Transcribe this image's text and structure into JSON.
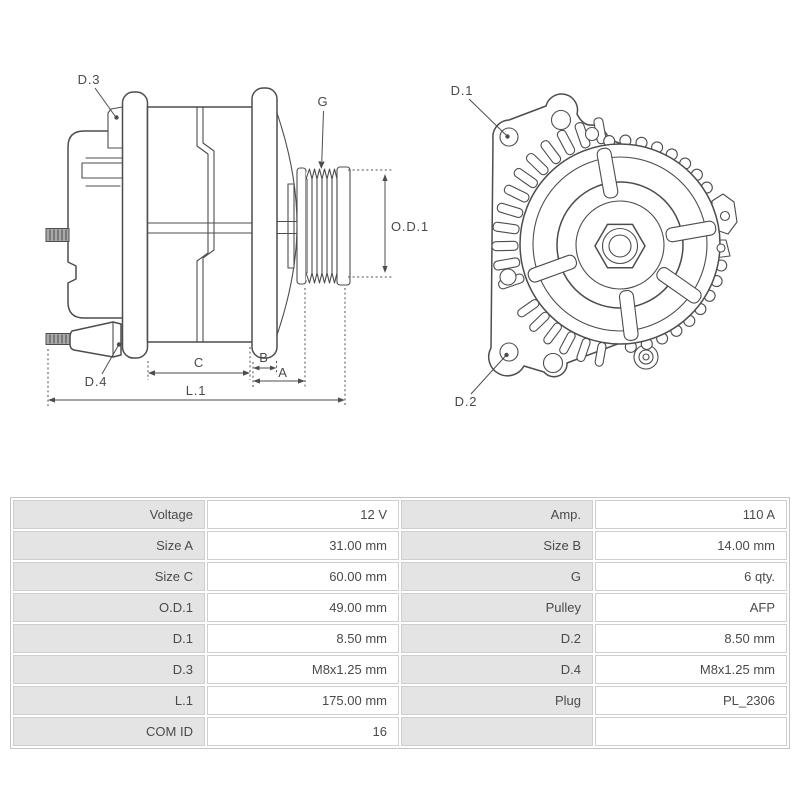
{
  "diagram": {
    "line_color": "#4d4d4d",
    "side_view": {
      "labels": {
        "d3": "D.3",
        "d4": "D.4",
        "g": "G",
        "od1": "O.D.1",
        "c": "C",
        "b": "B",
        "a": "A",
        "l1": "L.1"
      }
    },
    "front_view": {
      "labels": {
        "d1": "D.1",
        "d2": "D.2"
      }
    }
  },
  "spec_table": {
    "colors": {
      "label_bg": "#e4e4e4",
      "value_bg": "#ffffff",
      "border": "#cfcfcf",
      "text": "#4a4a4a"
    },
    "rows": [
      {
        "label1": "Voltage",
        "value1": "12 V",
        "label2": "Amp.",
        "value2": "110 A"
      },
      {
        "label1": "Size A",
        "value1": "31.00 mm",
        "label2": "Size B",
        "value2": "14.00 mm"
      },
      {
        "label1": "Size C",
        "value1": "60.00 mm",
        "label2": "G",
        "value2": "6 qty."
      },
      {
        "label1": "O.D.1",
        "value1": "49.00 mm",
        "label2": "Pulley",
        "value2": "AFP"
      },
      {
        "label1": "D.1",
        "value1": "8.50 mm",
        "label2": "D.2",
        "value2": "8.50 mm"
      },
      {
        "label1": "D.3",
        "value1": "M8x1.25 mm",
        "label2": "D.4",
        "value2": "M8x1.25 mm"
      },
      {
        "label1": "L.1",
        "value1": "175.00 mm",
        "label2": "Plug",
        "value2": "PL_2306"
      },
      {
        "label1": "COM ID",
        "value1": "16",
        "label2": "",
        "value2": ""
      }
    ]
  }
}
